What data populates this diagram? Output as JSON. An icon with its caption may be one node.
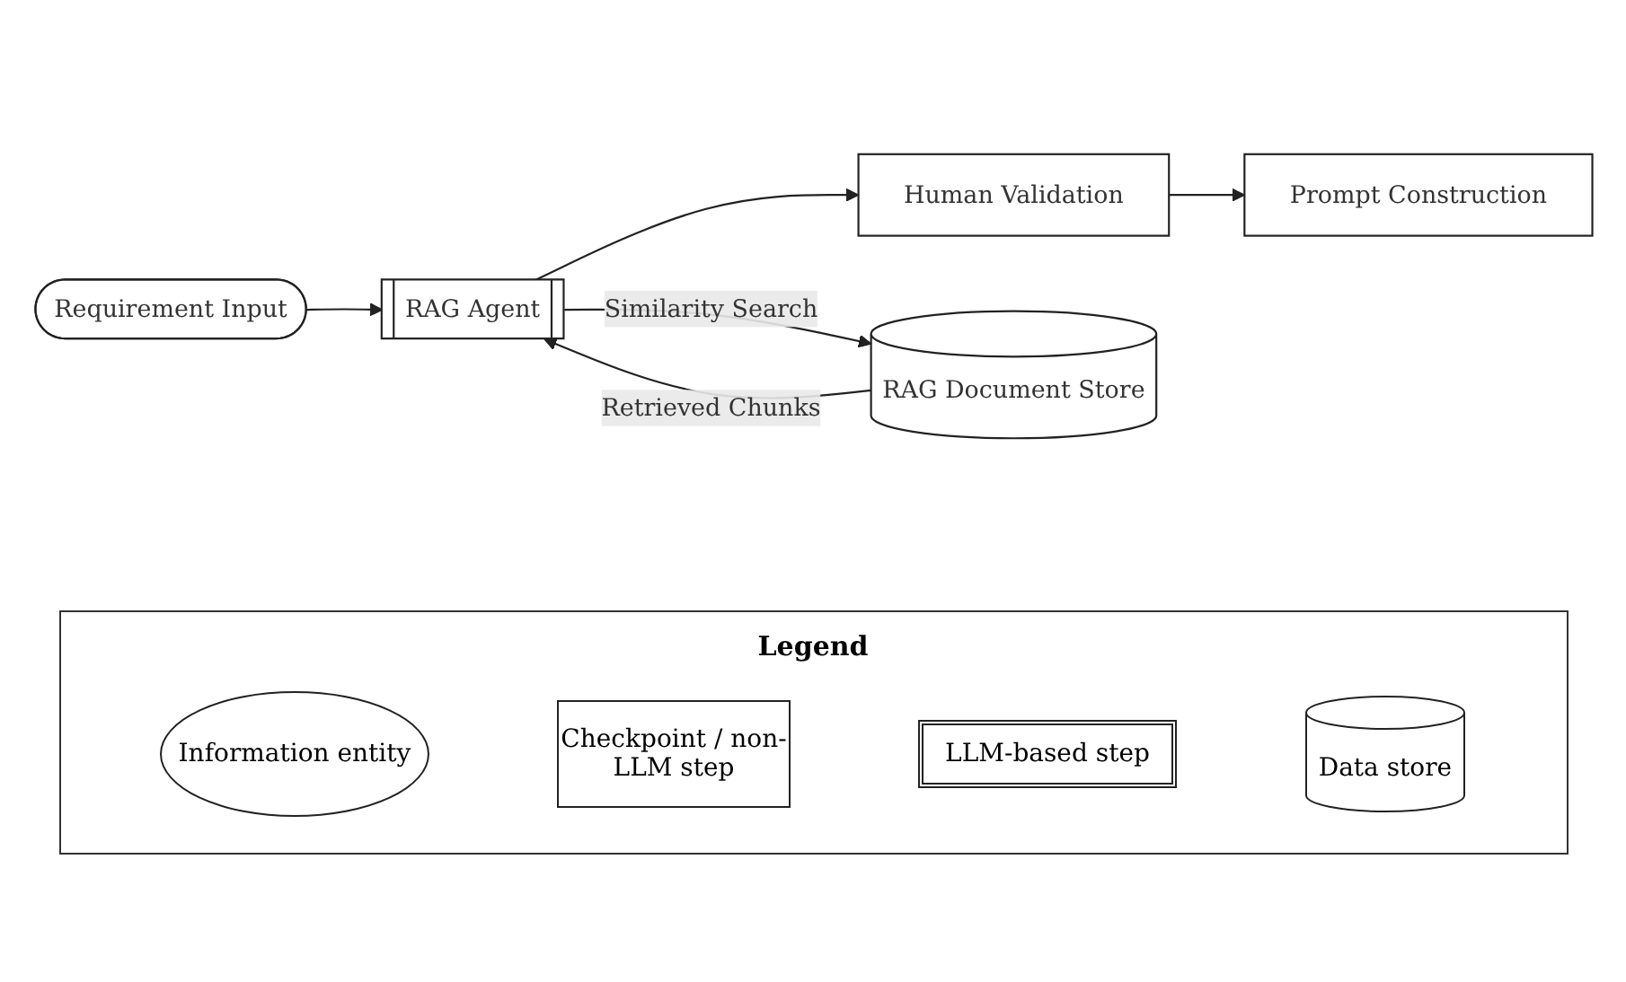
{
  "diagram": {
    "nodes": [
      {
        "text": [
          "Requirement Input"
        ]
      },
      {
        "text": [
          "RAG Agent"
        ]
      },
      {
        "text": [
          "Human Validation"
        ]
      },
      {
        "text": [
          "RAG Document Store"
        ]
      },
      {
        "text": [
          "Prompt Construction"
        ]
      }
    ],
    "edges": [
      {
        "from": 0,
        "to": 1,
        "arrow": "to"
      },
      {
        "from": 1,
        "to": 2,
        "arrow": "to"
      },
      {
        "from": 1,
        "to": 3,
        "arrow": "to",
        "label": "Similarity Search"
      },
      {
        "from": 3,
        "to": 1,
        "arrow": "to",
        "label": "Retrieved Chunks"
      },
      {
        "from": 2,
        "to": 4,
        "arrow": "to"
      }
    ],
    "labels": [
      "Legend"
    ],
    "legend": [
      {
        "text": "Information entity"
      },
      {
        "text": "Checkpoint / non-LLM step"
      },
      {
        "text": "LLM-based step"
      },
      {
        "text": "Data store"
      }
    ]
  }
}
